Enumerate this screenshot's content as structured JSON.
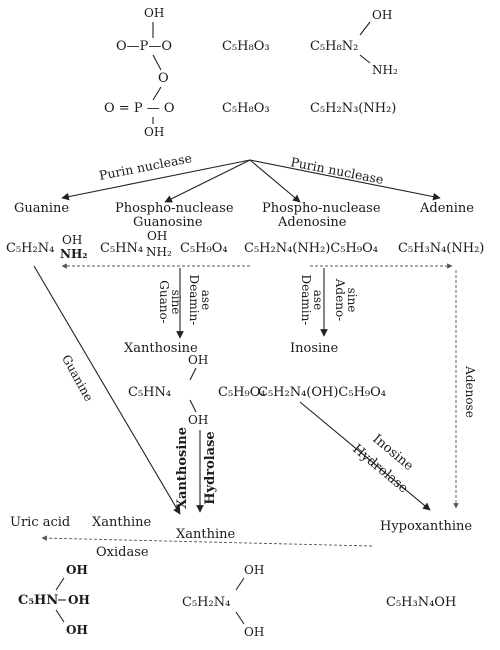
{
  "top": {
    "p1_oh": "OH",
    "p1_o_p_o": "O—P—O",
    "p1_o": "O",
    "p2_o_p_o": "O = P — O",
    "p2_oh": "OH",
    "sugar1": "C₅H₈O₃",
    "sugar2": "C₅H₈O₃",
    "base1_oh": "OH",
    "base1": "C₅H₈N₂",
    "base1_nh2": "NH₂",
    "base2": "C₅H₂N₃(NH₂)"
  },
  "enzymes": {
    "purin_left": "Purin nuclease",
    "purin_right": "Purin nuclease",
    "phospho_left": "Phospho-nuclease",
    "phospho_right": "Phospho-nuclease"
  },
  "nodes": {
    "guanine": "Guanine",
    "guanosine": "Guanosine",
    "adenosine": "Adenosine",
    "adenine": "Adenine",
    "xanthosine": "Xanthosine",
    "inosine": "Inosine",
    "xanthine_a": "Xanthine",
    "xanthine_b": "Xanthine",
    "uric_acid": "Uric acid",
    "hypoxanthine": "Hypoxanthine"
  },
  "formulas_row": {
    "g1": "C₅H₂N₄",
    "g1_oh": "OH",
    "g1_nh2": "NH₂",
    "g2": "C₅HN₄",
    "g2_oh": "OH",
    "g2_nh2": "NH₂",
    "g2_sugar": "C₅H₉O₄",
    "a1": "C₅H₂N₄(NH₂)C₅H₉O₄",
    "a2": "C₅H₃N₄(NH₂)"
  },
  "deaminases": {
    "guano_a": "Guano-",
    "guano_b": "sine",
    "deamin_l_a": "Deamin-",
    "deamin_l_b": "ase",
    "deamin_r_a": "Deamin-",
    "deamin_r_b": "ase",
    "adeno_a": "Adeno-",
    "adeno_b": "sine",
    "guanine_diag": "Guanine",
    "adenose_vert": "Adenose"
  },
  "xanthosine_formula": {
    "oh_top": "OH",
    "base": "C₅HN₄",
    "sugar": "C₅H₉O₄",
    "oh_bot": "OH"
  },
  "inosine_formula": "C₅H₂N₄(OH)C₅H₉O₄",
  "hydrolases": {
    "xan_a": "Xanthosine",
    "xan_b": "Hydrolase",
    "ino_a": "Inosine",
    "ino_b": "Hydrolase",
    "oxidase": "Oxidase"
  },
  "bottom": {
    "uric_base": "C₅HN",
    "uric_oh1": "OH",
    "uric_oh2": "OH",
    "uric_oh3": "OH",
    "xan_base": "C₅H₂N₄",
    "xan_oh1": "OH",
    "xan_oh2": "OH",
    "hypo": "C₅H₃N₄OH"
  }
}
